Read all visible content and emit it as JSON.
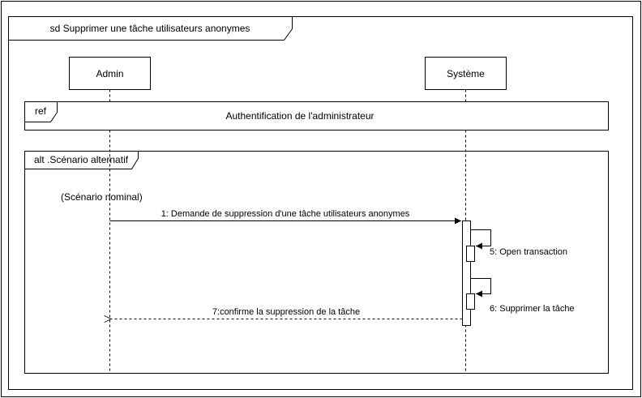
{
  "diagram": {
    "frame_title": "sd Supprimer une tâche utilisateurs anonymes",
    "lifelines": [
      {
        "id": "admin",
        "label": "Admin"
      },
      {
        "id": "systeme",
        "label": "Système"
      }
    ],
    "ref_fragment": {
      "operator": "ref",
      "label": "Authentification de l'administrateur"
    },
    "alt_fragment": {
      "operator": "alt .Scénario alternatif",
      "guard": "(Scénario nominal)"
    },
    "messages": [
      {
        "label": "1: Demande de suppression d'une tâche utilisateurs anonymes",
        "kind": "sync"
      },
      {
        "label": "5: Open transaction",
        "kind": "self"
      },
      {
        "label": "6: Supprimer la tâche",
        "kind": "self"
      },
      {
        "label": "7:confirme  la suppression de la tâche",
        "kind": "return"
      }
    ],
    "colors": {
      "line": "#000000",
      "background": "#ffffff"
    }
  }
}
